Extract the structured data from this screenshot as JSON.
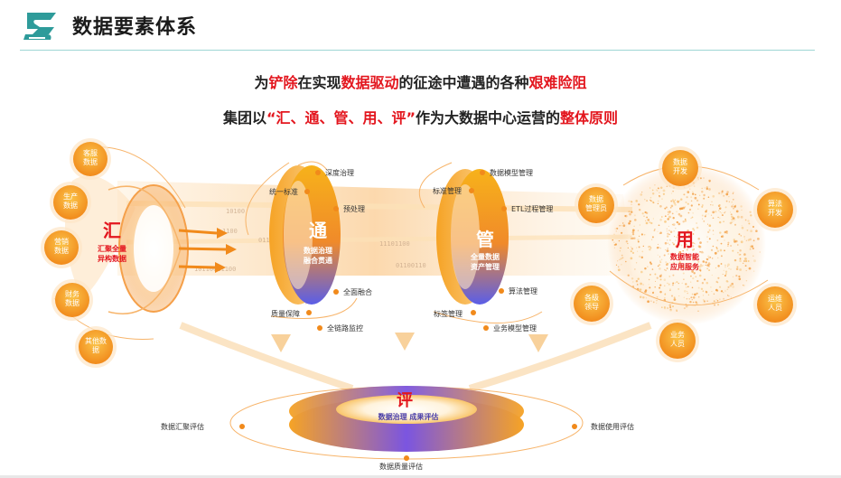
{
  "header": {
    "title": "数据要素体系"
  },
  "headline": {
    "line1": [
      {
        "text": "为",
        "hl": false
      },
      {
        "text": "铲除",
        "hl": true
      },
      {
        "text": "在实现",
        "hl": false
      },
      {
        "text": "数据驱动",
        "hl": true
      },
      {
        "text": "的征途中遭遇的各种",
        "hl": false
      },
      {
        "text": "艰难险阻",
        "hl": true
      }
    ],
    "line2": [
      {
        "text": "集团以",
        "hl": false
      },
      {
        "text": "“汇、通、管、用、评”",
        "hl": true
      },
      {
        "text": "作为大数据中心运营的",
        "hl": false
      },
      {
        "text": "整体原则",
        "hl": true
      }
    ]
  },
  "hui": {
    "title": "汇",
    "subtitle": [
      "汇聚全量",
      "异构数据"
    ],
    "sources": [
      [
        "客服",
        "数据"
      ],
      [
        "生产",
        "数据"
      ],
      [
        "营销",
        "数据"
      ],
      [
        "财务",
        "数据"
      ],
      [
        "其他数",
        "据"
      ]
    ]
  },
  "tong": {
    "title": "通",
    "subtitle": [
      "数据治理",
      "融合贯通"
    ],
    "labels": {
      "deep": "深度治理",
      "standard": "统一标准",
      "preprocess": "预处理",
      "fusion": "全面融合",
      "quality": "质量保障",
      "monitor": "全链路监控"
    }
  },
  "guan": {
    "title": "管",
    "subtitle": [
      "全量数据",
      "资产管理"
    ],
    "labels": {
      "model": "数据模型管理",
      "standard": "标准管理",
      "etl": "ETL过程管理",
      "algo": "算法管理",
      "tag": "标签管理",
      "business": "业务模型管理"
    }
  },
  "yong": {
    "title": "用",
    "subtitle": [
      "数据智能",
      "应用服务"
    ],
    "users": [
      [
        "数据",
        "开发"
      ],
      [
        "数据",
        "管理员"
      ],
      [
        "算法",
        "开发"
      ],
      [
        "各级",
        "领导"
      ],
      [
        "运维",
        "人员"
      ],
      [
        "业务",
        "人员"
      ]
    ]
  },
  "ping": {
    "title": "评",
    "subtitle": "数据治理 成果评估",
    "labels": {
      "collect": "数据汇聚评估",
      "usage": "数据使用评估",
      "quality": "数据质量评估"
    }
  },
  "streamcodes": [
    "1100",
    "10110011100",
    "0110110",
    "11101100",
    "01100110",
    "10100"
  ],
  "colors": {
    "orange": "#f18a1b",
    "yellow": "#f7b21a",
    "blue": "#4a5ee8",
    "purple": "#6a4fd8",
    "red": "#e3161e",
    "teal": "#2e9b9a"
  }
}
